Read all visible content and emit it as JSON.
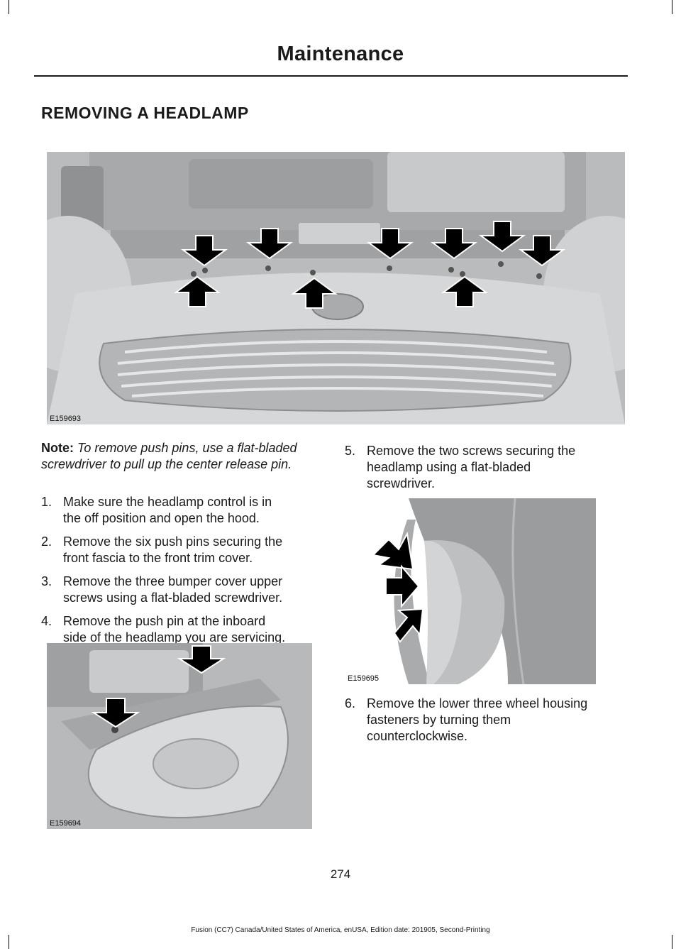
{
  "header": {
    "title": "Maintenance"
  },
  "section": {
    "title": "REMOVING A HEADLAMP"
  },
  "figures": {
    "main": {
      "code": "E159693"
    },
    "headlamp": {
      "code": "E159694"
    },
    "wheel": {
      "code": "E159695"
    }
  },
  "note": {
    "lead": "Note:",
    "text": "To remove push pins, use a flat-bladed screwdriver to pull up the center release pin."
  },
  "steps": [
    {
      "num": "1.",
      "line1": "Make sure the headlamp control is in",
      "line2": "the off position and open the hood."
    },
    {
      "num": "2.",
      "line1": "Remove the six push pins securing the",
      "line2": "front fascia to the front trim cover."
    },
    {
      "num": "3.",
      "line1": "Remove the three bumper cover upper",
      "line2": "screws using a flat-bladed screwdriver."
    },
    {
      "num": "4.",
      "line1": "Remove the push pin at the inboard",
      "line2": "side of the headlamp you are servicing."
    },
    {
      "num": "5.",
      "line1": "Remove the two screws securing the",
      "line2": "headlamp using a flat-bladed",
      "line3": "screwdriver."
    },
    {
      "num": "6.",
      "line1": "Remove the lower three wheel housing",
      "line2": "fasteners by turning them",
      "line3": "counterclockwise."
    }
  ],
  "page_number": "274",
  "footer": "Fusion (CC7) Canada/United States of America, enUSA, Edition date: 201905, Second-Printing",
  "colors": {
    "illustration_bg": "#bfc1c2",
    "arrow": "#000000",
    "text": "#1a1a1a"
  }
}
